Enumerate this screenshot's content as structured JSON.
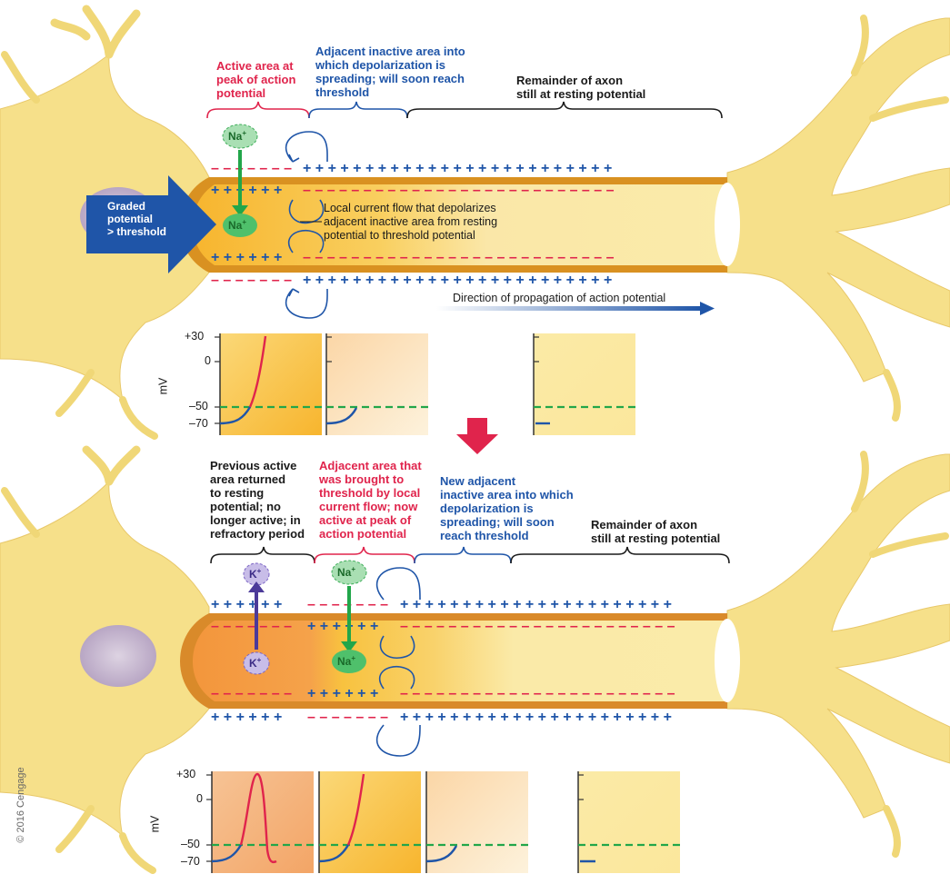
{
  "top": {
    "active_label": [
      "Active area at",
      "peak of action",
      "potential"
    ],
    "adjacent_label": [
      "Adjacent inactive area into",
      "which depolarization is",
      "spreading; will soon reach",
      "threshold"
    ],
    "remainder_label": [
      "Remainder of axon",
      "still at resting potential"
    ],
    "graded_label": [
      "Graded",
      "potential",
      "> threshold"
    ],
    "local_current_label": [
      "Local current flow that depolarizes",
      "adjacent inactive area from resting",
      "potential to threshold potential"
    ],
    "direction_label": "Direction of propagation of action potential",
    "ion_na": "Na",
    "ion_plus": "+"
  },
  "bottom": {
    "previous_label": [
      "Previous active",
      "area returned",
      "to resting",
      "potential; no",
      "longer active; in",
      "refractory period"
    ],
    "brought_label": [
      "Adjacent area that",
      "was brought to",
      "threshold by local",
      "current flow; now",
      "active at peak of",
      "action potential"
    ],
    "new_adjacent_label": [
      "New adjacent",
      "inactive area into which",
      "depolarization is",
      "spreading; will soon",
      "reach threshold"
    ],
    "remainder_label": [
      "Remainder of axon",
      "still at resting potential"
    ],
    "ion_k": "K",
    "ion_na": "Na",
    "ion_plus": "+"
  },
  "graph_axis": {
    "ticks": [
      "+30",
      "0",
      "–50",
      "–70"
    ],
    "unit": "mV"
  },
  "credit": "© 2016 Cengage",
  "colors": {
    "neuron": "#f6e08a",
    "axon_active": "#f7b733",
    "axon_refractory": "#f19a45",
    "positive": "#1f55a8",
    "negative": "#e0244c",
    "threshold_line": "#22a64a",
    "sodium": "#3fae5a",
    "potassium": "#7b64c4"
  }
}
